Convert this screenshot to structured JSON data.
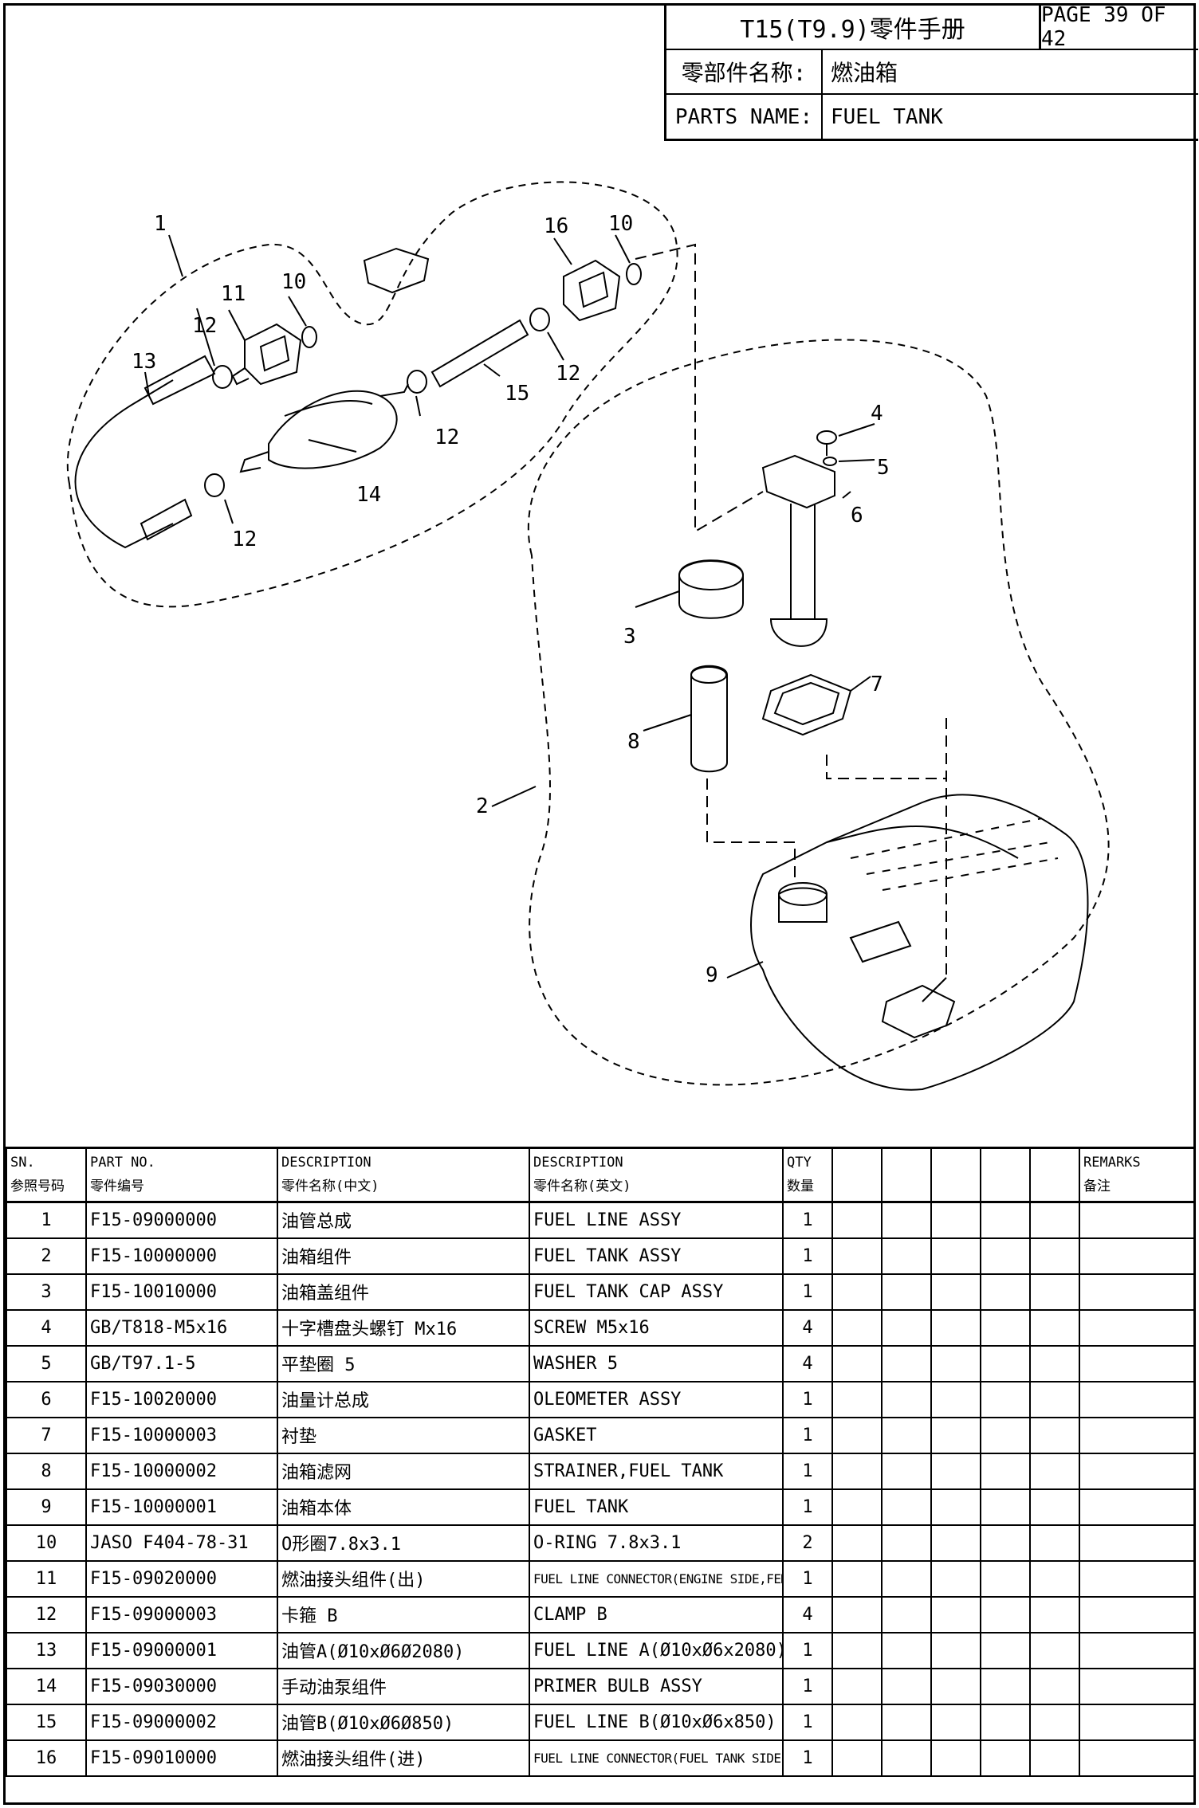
{
  "header": {
    "doc_title": "T15(T9.9)零件手册",
    "page_label": "PAGE 39 OF 42",
    "cn_name_label": "零部件名称:",
    "cn_name_value": "燃油箱",
    "en_name_label": "PARTS NAME:",
    "en_name_value": "FUEL TANK"
  },
  "diagram": {
    "callouts": [
      "1",
      "2",
      "3",
      "4",
      "5",
      "6",
      "7",
      "8",
      "9",
      "10",
      "10",
      "11",
      "12",
      "12",
      "12",
      "12",
      "13",
      "14",
      "15",
      "16"
    ]
  },
  "table": {
    "headers": {
      "sn_en": "SN.",
      "sn_cn": "参照号码",
      "part_no_en": "PART NO.",
      "part_no_cn": "零件编号",
      "desc_cn_en": "DESCRIPTION",
      "desc_cn_cn": "零件名称(中文)",
      "desc_en_en": "DESCRIPTION",
      "desc_en_cn": "零件名称(英文)",
      "qty_en": "QTY",
      "qty_cn": "数量",
      "remarks_en": "REMARKS",
      "remarks_cn": "备注"
    },
    "rows": [
      {
        "sn": "1",
        "part_no": "F15-09000000",
        "name_cn": "油管总成",
        "name_en": "FUEL LINE ASSY",
        "qty": "1"
      },
      {
        "sn": "2",
        "part_no": "F15-10000000",
        "name_cn": "油箱组件",
        "name_en": "FUEL TANK ASSY",
        "qty": "1"
      },
      {
        "sn": "3",
        "part_no": "F15-10010000",
        "name_cn": "油箱盖组件",
        "name_en": "FUEL TANK CAP ASSY",
        "qty": "1"
      },
      {
        "sn": "4",
        "part_no": "GB/T818-M5x16",
        "name_cn": "十字槽盘头螺钉 Mx16",
        "name_en": "SCREW M5x16",
        "qty": "4"
      },
      {
        "sn": "5",
        "part_no": "GB/T97.1-5",
        "name_cn": "平垫圈 5",
        "name_en": "WASHER 5",
        "qty": "4"
      },
      {
        "sn": "6",
        "part_no": "F15-10020000",
        "name_cn": "油量计总成",
        "name_en": "OLEOMETER ASSY",
        "qty": "1"
      },
      {
        "sn": "7",
        "part_no": "F15-10000003",
        "name_cn": "衬垫",
        "name_en": "GASKET",
        "qty": "1"
      },
      {
        "sn": "8",
        "part_no": "F15-10000002",
        "name_cn": "油箱滤网",
        "name_en": "STRAINER,FUEL TANK",
        "qty": "1"
      },
      {
        "sn": "9",
        "part_no": "F15-10000001",
        "name_cn": "油箱本体",
        "name_en": "FUEL TANK",
        "qty": "1"
      },
      {
        "sn": "10",
        "part_no": "JASO F404-78-31",
        "name_cn": "O形圈7.8x3.1",
        "name_en": "O-RING 7.8x3.1",
        "qty": "2"
      },
      {
        "sn": "11",
        "part_no": "F15-09020000",
        "name_cn": "燃油接头组件(出)",
        "name_en": "FUEL LINE CONNECTOR(ENGINE SIDE,FEMALE)",
        "qty": "1"
      },
      {
        "sn": "12",
        "part_no": "F15-09000003",
        "name_cn": "卡箍 B",
        "name_en": "CLAMP B",
        "qty": "4"
      },
      {
        "sn": "13",
        "part_no": "F15-09000001",
        "name_cn": "油管A(Ø10xØ6Ø2080)",
        "name_en": "FUEL LINE A(Ø10xØ6x2080)",
        "qty": "1"
      },
      {
        "sn": "14",
        "part_no": "F15-09030000",
        "name_cn": "手动油泵组件",
        "name_en": "PRIMER BULB ASSY",
        "qty": "1"
      },
      {
        "sn": "15",
        "part_no": "F15-09000002",
        "name_cn": "油管B(Ø10xØ6Ø850)",
        "name_en": "FUEL LINE B(Ø10xØ6x850)",
        "qty": "1"
      },
      {
        "sn": "16",
        "part_no": "F15-09010000",
        "name_cn": "燃油接头组件(进)",
        "name_en": "FUEL LINE CONNECTOR(FUEL TANK SIDE,FEMALE)",
        "qty": "1"
      }
    ]
  }
}
